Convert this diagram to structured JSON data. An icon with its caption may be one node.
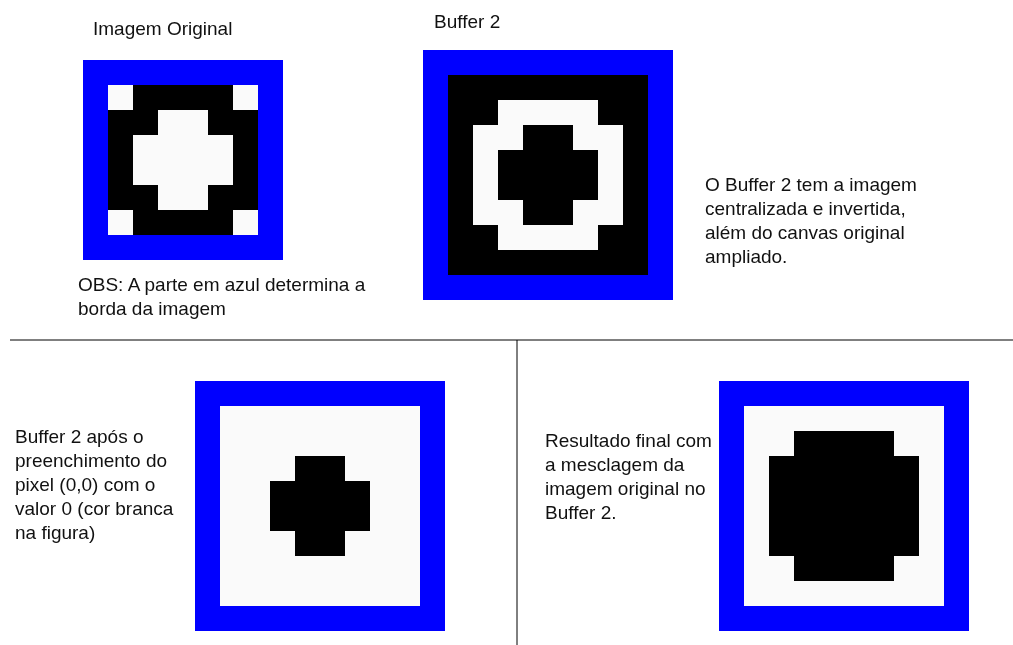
{
  "diagram": {
    "labels": [
      "Imagem Original",
      "Buffer 2",
      "O Buffer 2 tem a imagem centralizada e invertida, além do canvas original ampliado.",
      "OBS: A parte em azul determina a borda da imagem",
      "Buffer 2 após o preenchimento do pixel (0,0) com o valor 0 (cor branca na figura)",
      "Resultado final com a mesclagem da imagem original no Buffer 2."
    ]
  }
}
